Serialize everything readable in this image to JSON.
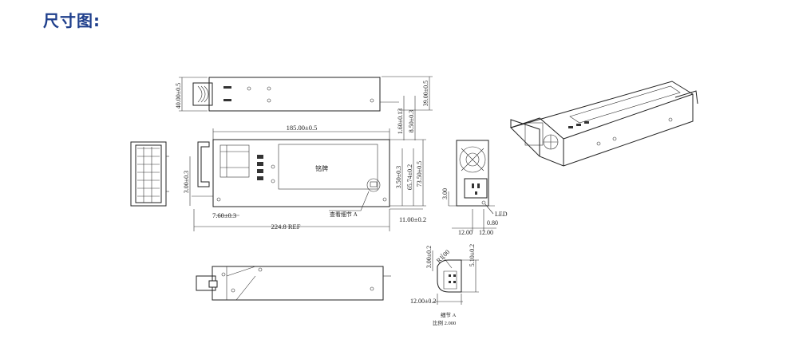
{
  "header": {
    "title": "尺寸图:"
  },
  "labels": {
    "nameplate": "铭牌",
    "see_detail": "查看细节  A",
    "led": "LED",
    "detail_title": "细节  A",
    "detail_scale": "比例  2.000"
  },
  "dimensions": {
    "height_side": "40.00±0.5",
    "height_rear": "39.00±0.5",
    "length_body": "185.00±0.5",
    "d_160": "1.60±0.13",
    "d_850": "8.50±0.3",
    "d_350": "3.50±0.3",
    "d_6574": "65.74±0.2",
    "d_7350": "73.50±0.5",
    "d_300_left": "3.00±0.3",
    "d_760": "7.60±0.3",
    "d_1100": "11.00±0.2",
    "length_ref": "224.8 REF",
    "d_300_end": "3.00",
    "d_080": "0.80",
    "d_1200_a": "12.00",
    "d_1200_b": "12.00",
    "detail_300": "3.00±0.2",
    "detail_r100": "R1.00",
    "detail_510": "5.10±0.2",
    "detail_1200": "12.00±0.2"
  }
}
